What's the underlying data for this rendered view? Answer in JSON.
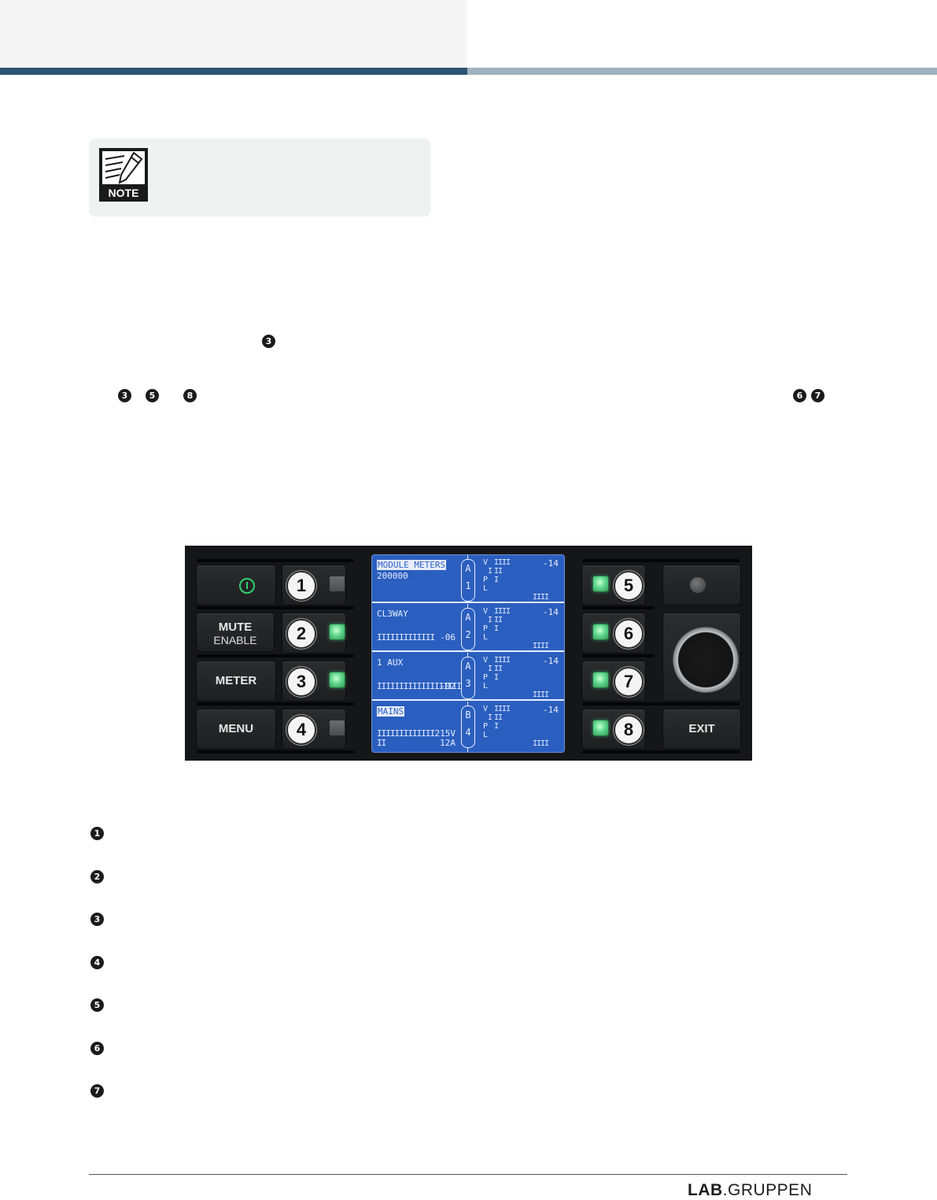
{
  "panel": {
    "left_buttons": [
      {
        "line1": "",
        "line2": ""
      },
      {
        "line1": "MUTE",
        "line2": "ENABLE"
      },
      {
        "line1": "METER",
        "line2": ""
      },
      {
        "line1": "MENU",
        "line2": ""
      }
    ],
    "left_numbers": [
      "1",
      "2",
      "3",
      "4"
    ],
    "left_leds": [
      "off",
      "on",
      "on",
      "off"
    ],
    "right_numbers": [
      "5",
      "6",
      "7",
      "8"
    ],
    "right_leds": [
      "on",
      "on",
      "on",
      "on"
    ],
    "exit_label": "EXIT",
    "lcd": {
      "rows": [
        {
          "name": "MODULE METERS",
          "sub": "200000",
          "meter": "",
          "val1": "",
          "val2": "",
          "cap1": "A",
          "cap2": "1",
          "level": "-14"
        },
        {
          "name": "CL3WAY",
          "sub": "",
          "meter": "IIIIIIIIIIIII",
          "val1": "-06",
          "val2": "",
          "cap1": "A",
          "cap2": "2",
          "level": "-14"
        },
        {
          "name": "1 AUX",
          "sub": "",
          "meter": "IIIIIIIIIIIIIIIIIIIII",
          "val1": "-02",
          "val2": "",
          "cap1": "A",
          "cap2": "3",
          "level": "-14"
        },
        {
          "name": "MAINS",
          "sub": "",
          "meter": "IIIIIIIIIIIII",
          "val1": "215V",
          "val2": "12A",
          "cap1": "B",
          "cap2": "4",
          "level": "-14"
        }
      ],
      "row_meters": {
        "v": "V  IIII",
        "i": "I   II",
        "p": "P  I",
        "l": "L",
        "lbar": "IIII"
      },
      "meter4_extra": "II"
    }
  },
  "markers": {
    "inline_3": "3",
    "inline_row": [
      "3",
      "5",
      "8"
    ],
    "inline_right": [
      "6",
      "7"
    ],
    "list": [
      "1",
      "2",
      "3",
      "4",
      "5",
      "6",
      "7"
    ]
  },
  "note": {
    "icon_label": "NOTE"
  },
  "footer": {
    "logo_a": "LAB",
    "logo_b": ".GRUPPEN"
  },
  "colors": {
    "header_dark": "#2e5472",
    "header_light": "#9fb3c0",
    "lcd_blue": "#2b5fbf",
    "led_green": "#5fd88a",
    "power_green": "#2fd36e"
  }
}
